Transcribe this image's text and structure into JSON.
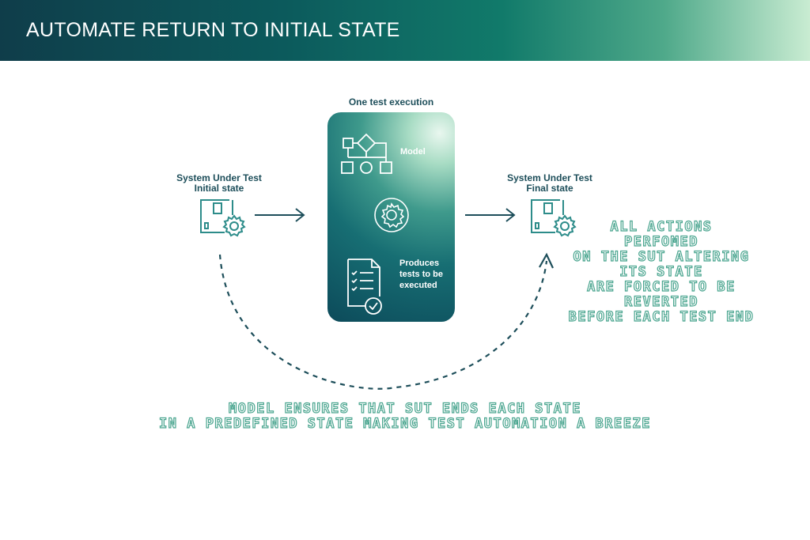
{
  "header": {
    "title": "AUTOMATE RETURN TO INITIAL STATE"
  },
  "diagram": {
    "execution_title": "One test execution",
    "left_node": {
      "line1": "System Under Test",
      "line2": "Initial state"
    },
    "right_node": {
      "line1": "System Under Test",
      "line2": "Final state"
    },
    "card": {
      "model_label": "Model",
      "produces_line1": "Produces",
      "produces_line2": "tests to be",
      "produces_line3": "executed"
    },
    "side_note": {
      "line1": "ALL ACTIONS",
      "line2": "PERFOMED",
      "line3": "ON THE SUT ALTERING",
      "line4": "ITS STATE",
      "line5": "ARE FORCED TO BE",
      "line6": "REVERTED",
      "line7": "BEFORE EACH TEST END"
    },
    "bottom_note": {
      "line1": "MODEL ENSURES THAT SUT ENDS EACH STATE",
      "line2": "IN A PREDEFINED STATE MAKING TEST AUTOMATION A BREEZE"
    }
  },
  "colors": {
    "accent": "#4aa58f",
    "dark_teal": "#1d4e5a",
    "icon_teal": "#2d8c8a"
  }
}
